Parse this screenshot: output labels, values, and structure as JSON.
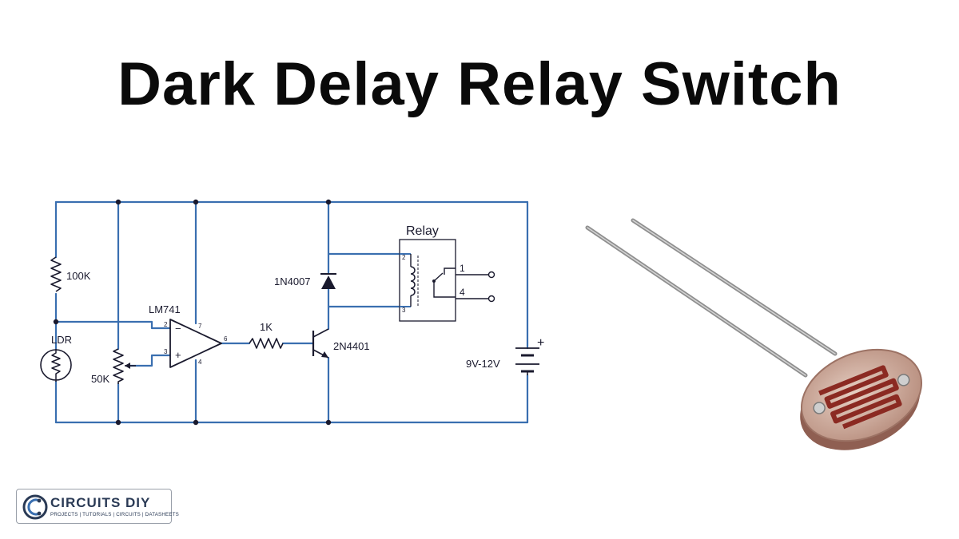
{
  "title": "Dark Delay Relay Switch",
  "colors": {
    "wire": "#3a6fb0",
    "component": "#1a1a2e",
    "ldr_body": "#b98a7a",
    "ldr_track": "#8b2a22",
    "lead": "#9a9a9a"
  },
  "schematic": {
    "resistor_100k": "100K",
    "ldr": "LDR",
    "pot": "50K",
    "opamp": "LM741",
    "opamp_pins": {
      "inverting": "2",
      "non_inverting": "3",
      "vcc": "7",
      "gnd": "4",
      "out": "6"
    },
    "opamp_signs": {
      "minus": "−",
      "plus": "+"
    },
    "resistor_1k": "1K",
    "diode": "1N4007",
    "transistor": "2N4401",
    "relay_title": "Relay",
    "relay_coil_pins": {
      "top": "2",
      "bottom": "3"
    },
    "relay_terminals": {
      "t1": "1",
      "t4": "4"
    },
    "supply": "9V-12V",
    "supply_plus": "+"
  },
  "logo": {
    "brand": "CIRCUITS DIY",
    "tagline": "PROJECTS | TUTORIALS | CIRCUITS | DATASHEETS",
    "icon": "circuits-diy-logo-icon"
  }
}
